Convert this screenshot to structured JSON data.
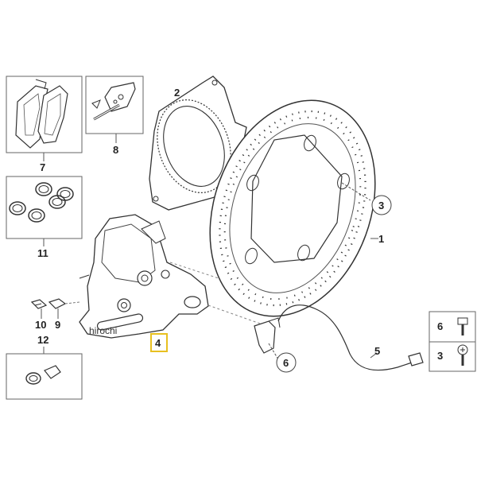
{
  "callouts": {
    "n1": "1",
    "n2": "2",
    "n3": "3",
    "n4": "4",
    "n5": "5",
    "n6": "6",
    "n7": "7",
    "n8": "8",
    "n9": "9",
    "n10": "10",
    "n11": "11",
    "n12": "12"
  },
  "legend_right": {
    "top_label": "6",
    "bottom_label": "3"
  },
  "watermark": "hirochi",
  "colors": {
    "highlight": "#e8c020",
    "line": "#555555"
  }
}
